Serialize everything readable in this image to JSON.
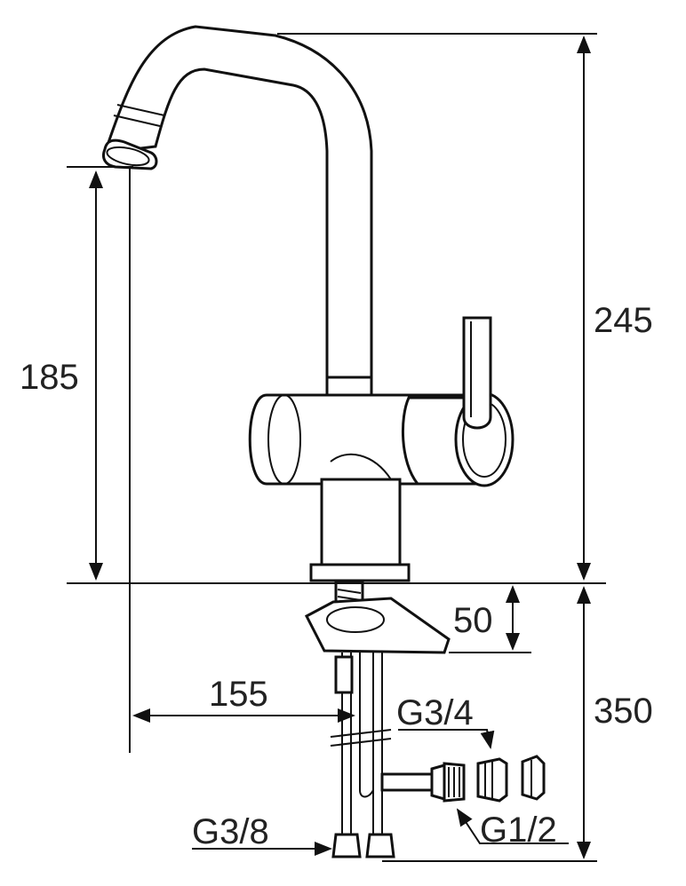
{
  "diagram": {
    "dimensions": {
      "spout_height": "185",
      "total_height": "245",
      "base_thickness": "50",
      "reach": "155",
      "hose_length": "350"
    },
    "connections": {
      "top_fitting": "G3/4",
      "side_fitting": "G1/2",
      "hose_fitting": "G3/8"
    }
  }
}
